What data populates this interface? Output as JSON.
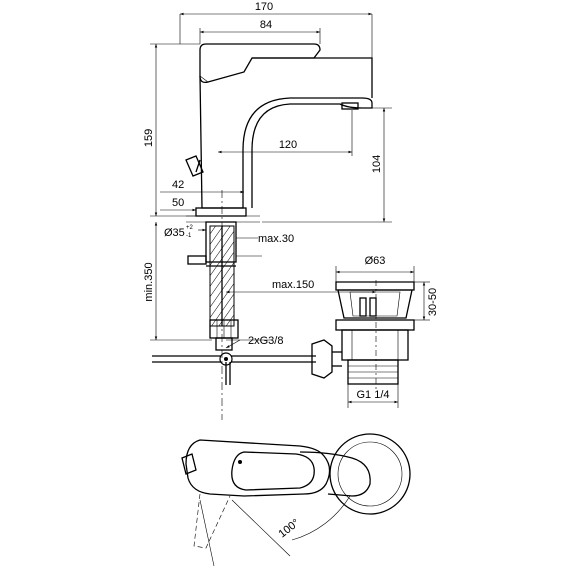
{
  "dimensions": {
    "overall_width": "170",
    "handle_width": "84",
    "spout_reach": "120",
    "lever_offset": "42",
    "base_width": "50",
    "spout_height": "104",
    "total_height": "159",
    "hole_diameter": "Ø35",
    "hole_tol_plus": "+2",
    "hole_tol_minus": "-1",
    "max_30": "max.30",
    "min_350": "min.350",
    "max_150": "max.150",
    "connection": "2xG3/8",
    "waste_diameter": "Ø63",
    "waste_range": "30-50",
    "waste_thread": "G1 1/4",
    "swivel_angle": "100°"
  }
}
